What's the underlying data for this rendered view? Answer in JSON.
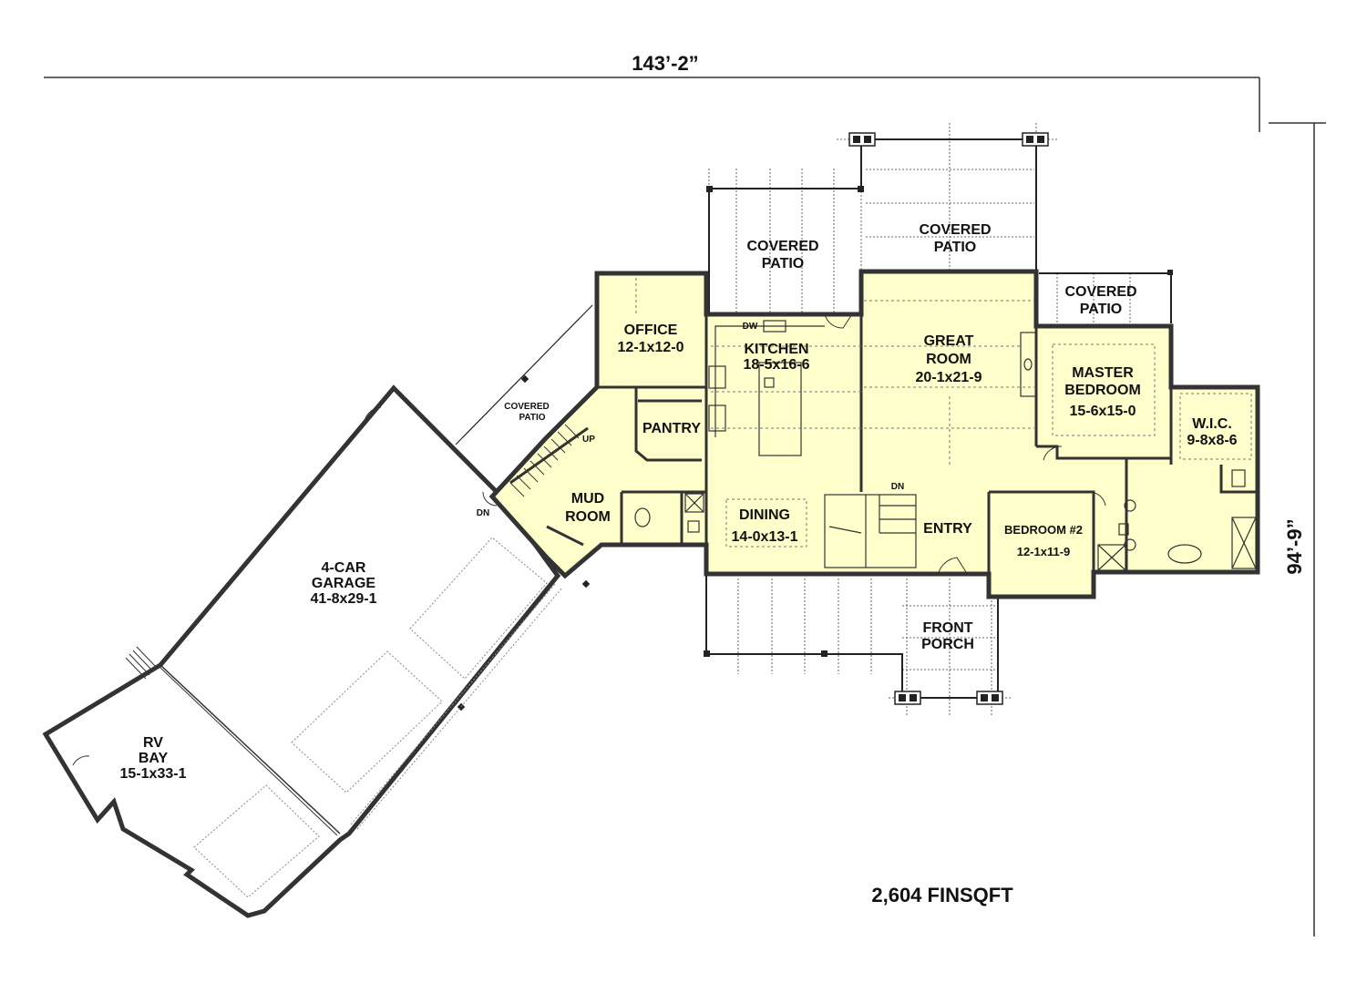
{
  "dimensions": {
    "width": "143’-2”",
    "depth": "94’-9”"
  },
  "total_area": "2,604 FINSQFT",
  "colors": {
    "conditioned_fill": "#ffffcc",
    "wall": "#333333",
    "background": "#ffffff"
  },
  "rooms": {
    "office": {
      "name": "OFFICE",
      "size": "12-1x12-0"
    },
    "kitchen": {
      "name": "KITCHEN",
      "size": "18-5x16-6"
    },
    "pantry": {
      "name": "PANTRY"
    },
    "great_room": {
      "name_line1": "GREAT",
      "name_line2": "ROOM",
      "size": "20-1x21-9"
    },
    "master_bedroom": {
      "name_line1": "MASTER",
      "name_line2": "BEDROOM",
      "size": "15-6x15-0"
    },
    "wic": {
      "name": "W.I.C.",
      "size": "9-8x8-6"
    },
    "bedroom2": {
      "name": "BEDROOM #2",
      "size": "12-1x11-9"
    },
    "mud_room": {
      "name_line1": "MUD",
      "name_line2": "ROOM"
    },
    "dining": {
      "name": "DINING",
      "size": "14-0x13-1"
    },
    "entry": {
      "name": "ENTRY"
    },
    "front_porch": {
      "name_line1": "FRONT",
      "name_line2": "PORCH"
    },
    "garage": {
      "name_line1": "4-CAR",
      "name_line2": "GARAGE",
      "size": "41-8x29-1"
    },
    "rv_bay": {
      "name_line1": "RV",
      "name_line2": "BAY",
      "size": "15-1x33-1"
    },
    "covered_patio_1": {
      "line1": "COVERED",
      "line2": "PATIO"
    },
    "covered_patio_2": {
      "line1": "COVERED",
      "line2": "PATIO"
    },
    "covered_patio_3": {
      "line1": "COVERED",
      "line2": "PATIO"
    },
    "covered_patio_4": {
      "line1": "COVERED",
      "line2": "PATIO"
    }
  },
  "annotations": {
    "dw": "DW",
    "up": "UP",
    "dn_mud": "DN",
    "dn_entry": "DN"
  }
}
